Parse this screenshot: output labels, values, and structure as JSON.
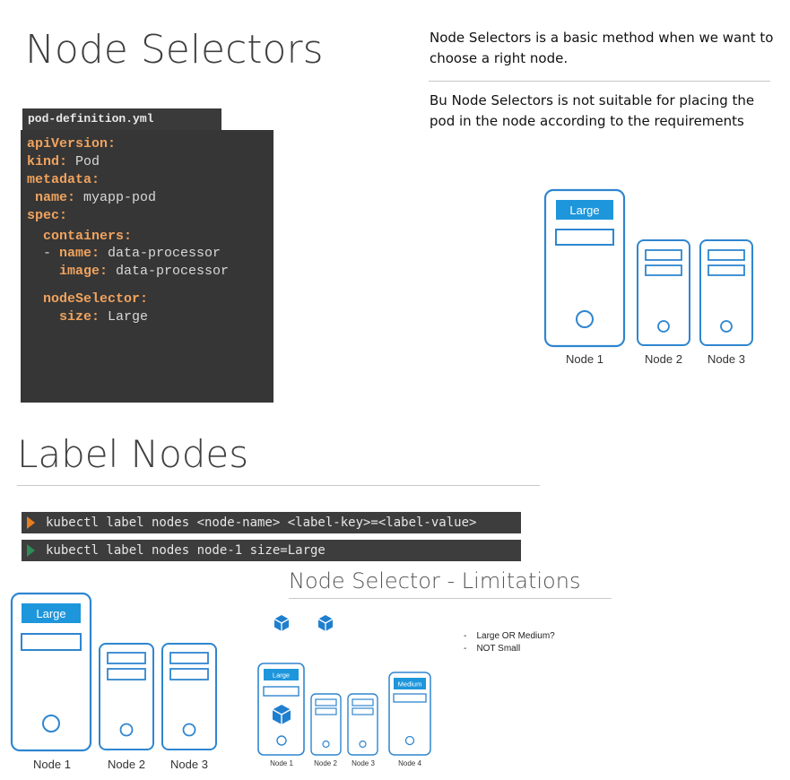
{
  "section1": {
    "title": "Node Selectors",
    "notes": [
      "Node Selectors is a basic method when we want to choose a right node.",
      "Bu Node Selectors is not suitable for placing the pod in the node according to the requirements"
    ],
    "code_filename": "pod-definition.yml",
    "code": {
      "l1k": "apiVersion:",
      "l2k": "kind:",
      "l2v": " Pod",
      "l3k": "metadata:",
      "l4k": " name:",
      "l4v": " myapp-pod",
      "l5k": "spec:",
      "l6k": "  containers:",
      "l7p": "  - ",
      "l7k": "name:",
      "l7v": " data-processor",
      "l8k": "    image:",
      "l8v": " data-processor",
      "l9k": "  nodeSelector:",
      "l10k": "    size:",
      "l10v": " Large"
    },
    "node_tag": "Large",
    "nodes": [
      "Node 1",
      "Node 2",
      "Node 3"
    ]
  },
  "section2": {
    "title": "Label Nodes",
    "commands": [
      "kubectl label nodes <node-name> <label-key>=<label-value>",
      "kubectl label nodes node-1 size=Large"
    ],
    "node_tag": "Large",
    "nodes": [
      "Node 1",
      "Node 2",
      "Node 3"
    ]
  },
  "section3": {
    "title": "Node Selector - Limitations",
    "bullets": [
      "Large OR Medium?",
      "NOT Small"
    ],
    "tags": {
      "large": "Large",
      "medium": "Medium"
    },
    "nodes": [
      "Node 1",
      "Node 2",
      "Node 3",
      "Node 4"
    ]
  },
  "colors": {
    "server_outline": "#2f86cf",
    "tag_fill": "#1e96dc",
    "code_key": "#f0a35e",
    "code_value": "#d8d8d8",
    "code_bg": "#363636",
    "prompt_orange": "#e67e22",
    "prompt_green": "#2e8b57",
    "pod_icon": "#1f7fcf"
  },
  "icons": [
    "server-icon",
    "pod-cube-icon",
    "prompt-arrow-icon"
  ]
}
